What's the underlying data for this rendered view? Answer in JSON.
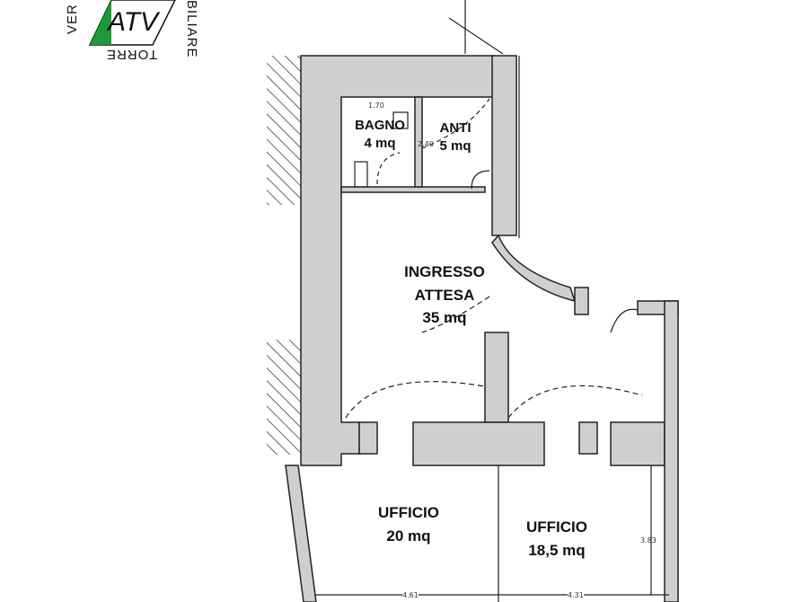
{
  "logo": {
    "left_text": "VER",
    "right_text": "BILIARE",
    "bottom_text": "TORRE",
    "mark": "ATV",
    "accent_color": "#1e9a3a"
  },
  "rooms": [
    {
      "name": "BAGNO",
      "area": "4 mq"
    },
    {
      "name": "ANTI",
      "area": "5 mq"
    },
    {
      "name": "INGRESSO",
      "name2": "ATTESA",
      "area": "35 mq"
    },
    {
      "name": "UFFICIO",
      "area": "20 mq"
    },
    {
      "name": "UFFICIO",
      "area": "18,5 mq"
    }
  ],
  "dimensions": {
    "bagno_width": "1.70",
    "anti_height": "2.40",
    "office_height": "3.83",
    "office1_width": "4.61",
    "office2_width": "4.31"
  },
  "colors": {
    "wall_fill": "#cfcfcf",
    "line": "#222222"
  }
}
